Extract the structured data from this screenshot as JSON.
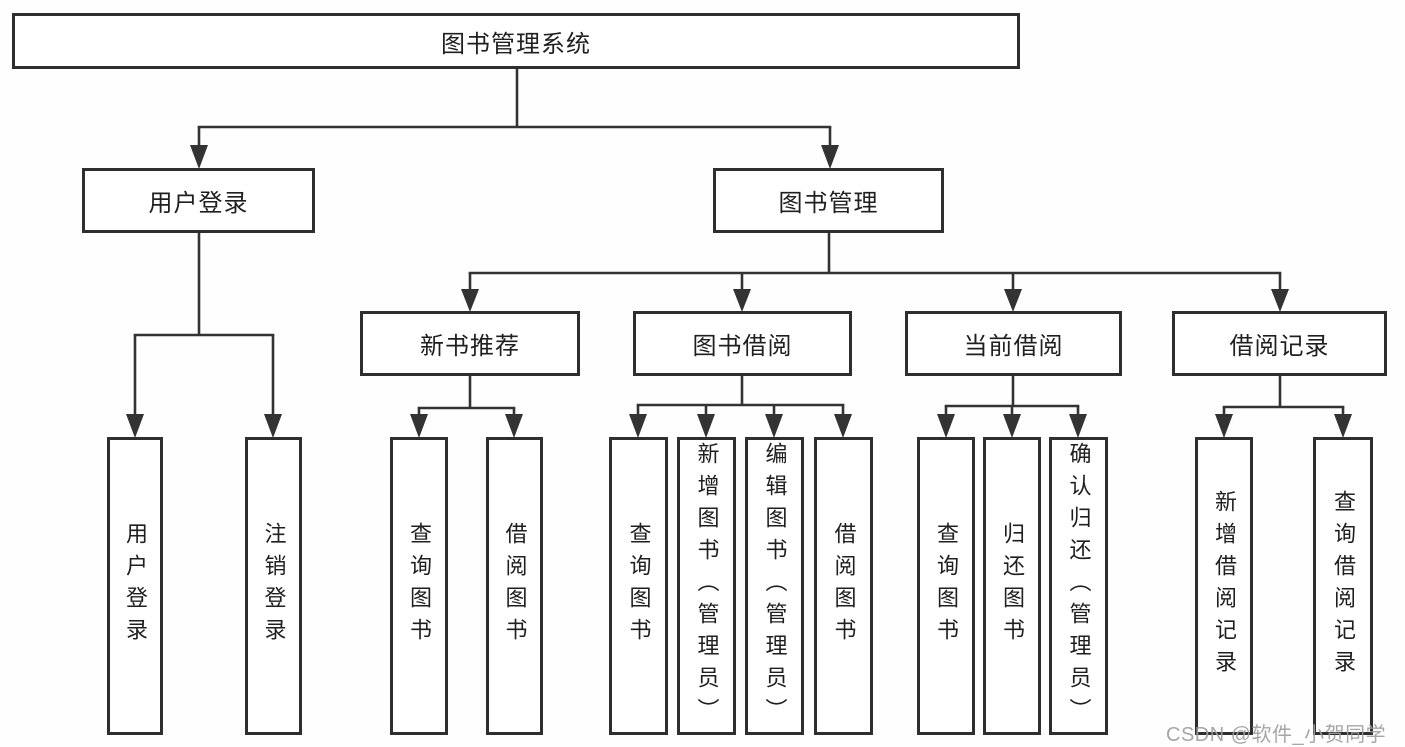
{
  "diagram": {
    "type": "hierarchy-tree",
    "nodes": {
      "root": "图书管理系统",
      "user_login": "用户登录",
      "book_management": "图书管理",
      "new_book_recommend": "新书推荐",
      "book_borrow": "图书借阅",
      "current_borrow": "当前借阅",
      "borrow_records": "借阅记录",
      "leaf_user_login": "用户登录",
      "leaf_logout_login": "注销登录",
      "leaf_rec_query_books": "查询图书",
      "leaf_rec_borrow_books": "借阅图书",
      "leaf_bb_query_books": "查询图书",
      "leaf_bb_add_books": "新增图书（管理员）",
      "leaf_bb_edit_books": "编辑图书（管理员）",
      "leaf_bb_borrow_books": "借阅图书",
      "leaf_cb_query_books": "查询图书",
      "leaf_cb_return_books": "归还图书",
      "leaf_cb_confirm_return": "确认归还（管理员）",
      "leaf_br_add_record": "新增借阅记录",
      "leaf_br_query_record": "查询借阅记录"
    },
    "edges": [
      [
        "root",
        "user_login"
      ],
      [
        "root",
        "book_management"
      ],
      [
        "user_login",
        "leaf_user_login"
      ],
      [
        "user_login",
        "leaf_logout_login"
      ],
      [
        "book_management",
        "new_book_recommend"
      ],
      [
        "book_management",
        "book_borrow"
      ],
      [
        "book_management",
        "current_borrow"
      ],
      [
        "book_management",
        "borrow_records"
      ],
      [
        "new_book_recommend",
        "leaf_rec_query_books"
      ],
      [
        "new_book_recommend",
        "leaf_rec_borrow_books"
      ],
      [
        "book_borrow",
        "leaf_bb_query_books"
      ],
      [
        "book_borrow",
        "leaf_bb_add_books"
      ],
      [
        "book_borrow",
        "leaf_bb_edit_books"
      ],
      [
        "book_borrow",
        "leaf_bb_borrow_books"
      ],
      [
        "current_borrow",
        "leaf_cb_query_books"
      ],
      [
        "current_borrow",
        "leaf_cb_return_books"
      ],
      [
        "current_borrow",
        "leaf_cb_confirm_return"
      ],
      [
        "borrow_records",
        "leaf_br_add_record"
      ],
      [
        "borrow_records",
        "leaf_br_query_record"
      ]
    ]
  },
  "watermark": "CSDN @软件_小贺同学",
  "colors": {
    "line": "#333333",
    "box_border": "#2e2e2e",
    "box_fill": "#ffffff",
    "text": "#1f1f1f",
    "watermark": "#9e9e9e",
    "background": "#ffffff"
  }
}
